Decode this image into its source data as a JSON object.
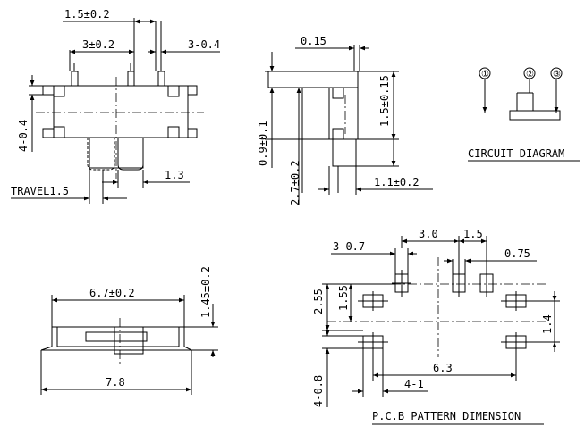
{
  "top_view": {
    "dim_1_5": "1.5±0.2",
    "dim_3": "3±0.2",
    "dim_3_0_4": "3-0.4",
    "dim_4_0_4": "4-0.4",
    "dim_1_3": "1.3",
    "travel": "TRAVEL1.5"
  },
  "side_view": {
    "dim_0_15": "0.15",
    "dim_1_5_0_15": "1.5±0.15",
    "dim_0_9": "0.9±0.1",
    "dim_2_7": "2.7±0.2",
    "dim_1_1": "1.1±0.2"
  },
  "circuit": {
    "pins": [
      "①",
      "②",
      "③"
    ],
    "title": "CIRCUIT DIAGRAM"
  },
  "front_view": {
    "dim_6_7": "6.7±0.2",
    "dim_1_45": "1.45±0.2",
    "dim_7_8": "7.8"
  },
  "pcb": {
    "dim_3_0_7": "3-0.7",
    "dim_3_0": "3.0",
    "dim_1_5": "1.5",
    "dim_0_75": "0.75",
    "dim_2_55": "2.55",
    "dim_1_55": "1.55",
    "dim_1_4": "1.4",
    "dim_6_3": "6.3",
    "dim_4_1": "4-1",
    "dim_4_0_8": "4-0.8",
    "title": "P.C.B PATTERN DIMENSION"
  }
}
